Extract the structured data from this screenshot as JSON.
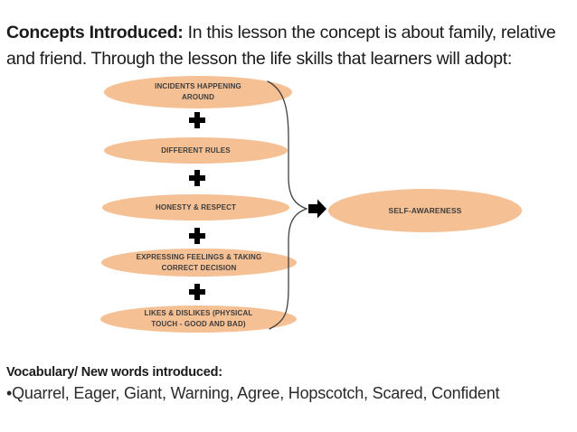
{
  "slide": {
    "title": {
      "bold": "Concepts Introduced:",
      "line1_rest": " In this lesson the concept is about family, relative",
      "line2": "and friend. Through the lesson the life skills that learners will adopt:"
    },
    "diagram": {
      "items": [
        {
          "lines": [
            "INCIDENTS HAPPENING",
            "AROUND"
          ]
        },
        {
          "lines": [
            "DIFFERENT RULES"
          ]
        },
        {
          "lines": [
            "HONESTY & RESPECT"
          ]
        },
        {
          "lines": [
            "EXPRESSING FEELINGS & TAKING",
            "CORRECT DECISION"
          ]
        },
        {
          "lines": [
            "LIKES & DISLIKES (PHYSICAL",
            "TOUCH - GOOD AND BAD)"
          ]
        }
      ],
      "operator_symbol": "+",
      "result": {
        "label": "SELF-AWARENESS"
      },
      "icons": {
        "operator": "plus-icon",
        "connector": "brace-connector",
        "pointer": "arrow-right-icon"
      },
      "colors": {
        "ellipse_fill": "#F5C094",
        "label_ink": "#3D3D3D",
        "connector_ink": "#404040",
        "ink": "#000000"
      }
    },
    "vocabulary": {
      "heading": "Vocabulary/ New words introduced:",
      "words": "•Quarrel, Eager, Giant, Warning, Agree, Hopscotch, Scared, Confident"
    }
  }
}
